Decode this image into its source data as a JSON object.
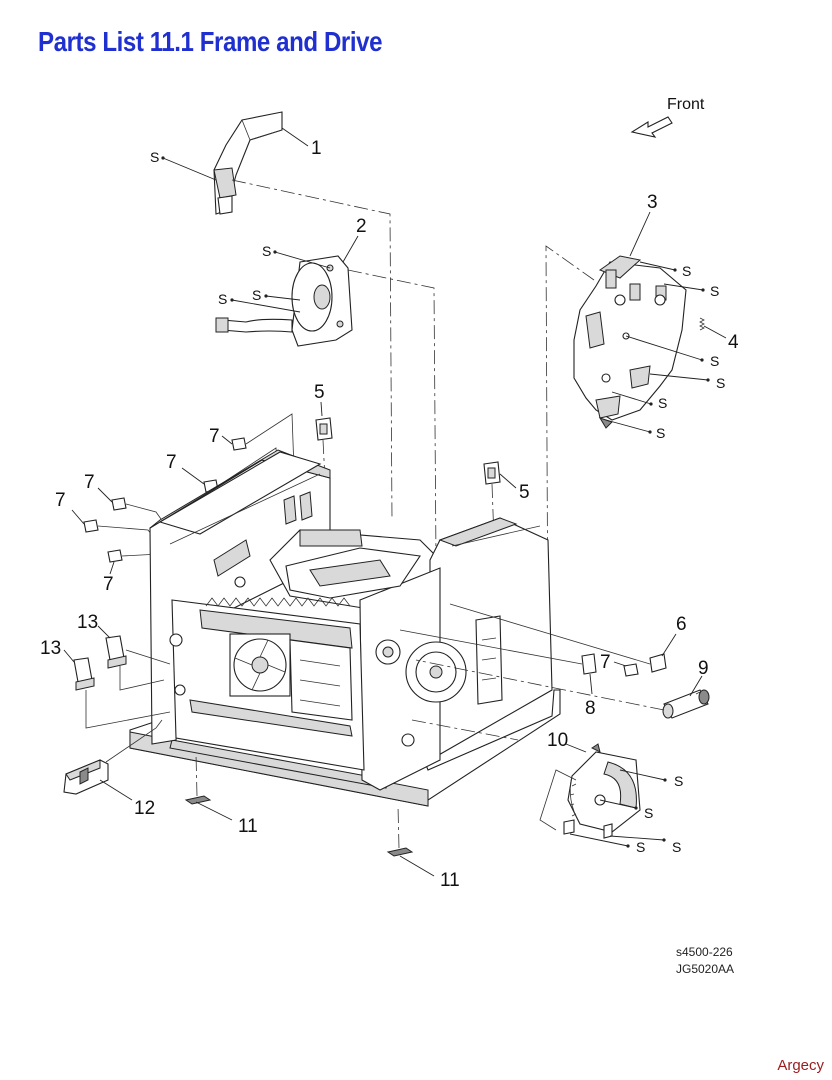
{
  "title": "Parts List 11.1 Frame and Drive",
  "front_label": "Front",
  "screw_label": "S",
  "callouts": {
    "c1": "1",
    "c2": "2",
    "c3": "3",
    "c4": "4",
    "c5": "5",
    "c6": "6",
    "c7": "7",
    "c8": "8",
    "c9": "9",
    "c10": "10",
    "c11": "11",
    "c12": "12",
    "c13": "13"
  },
  "figure_ref": "s4500-226",
  "figure_code": "JG5020AA",
  "brand": "Argecy",
  "colors": {
    "title": "#1f2fd0",
    "brand": "#9b1c1c"
  }
}
